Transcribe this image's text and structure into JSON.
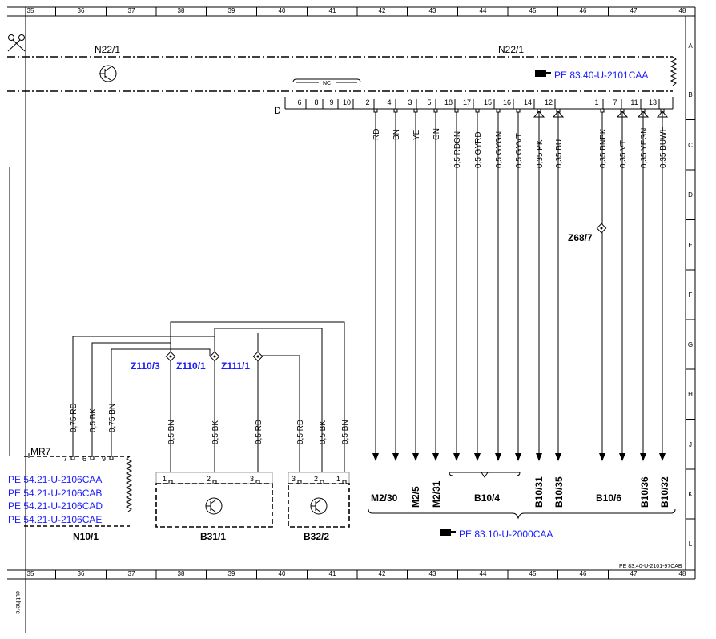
{
  "columns": [
    "35",
    "36",
    "37",
    "38",
    "39",
    "40",
    "41",
    "42",
    "43",
    "44",
    "45",
    "46",
    "47",
    "48"
  ],
  "rows": [
    "A",
    "B",
    "C",
    "D",
    "E",
    "F",
    "G",
    "H",
    "J",
    "K",
    "L"
  ],
  "cut_text": "cut here",
  "footer_ref": "PE 83.40-U-2101-97CAB",
  "n22_left": "N22/1",
  "n22_right": "N22/1",
  "n22_ref": "PE 83.40-U-2101CAA",
  "connector_d": "D",
  "nc_label": "NC",
  "connector_pins": [
    "6",
    "8",
    "9",
    "10",
    "2",
    "4",
    "3",
    "5",
    "18",
    "17",
    "15",
    "16",
    "14",
    "12",
    "1",
    "7",
    "11",
    "13"
  ],
  "wires_top": [
    "RD",
    "BN",
    "YE",
    "GN",
    "0,5 RDGN",
    "0,5 GYRD",
    "0,5 GYGN",
    "0,5 GYVT",
    "0,35 PK",
    "0,35 BU",
    "0,35 BNBK",
    "0,35 VT",
    "0,35 YEGN",
    "0,35 BUWH"
  ],
  "z68": "Z68/7",
  "dest": {
    "m2_30": "M2/30",
    "m2_5": "M2/5",
    "m2_31": "M2/31",
    "b10_4": "B10/4",
    "b10_31": "B10/31",
    "b10_35": "B10/35",
    "b10_6": "B10/6",
    "b10_36": "B10/36",
    "b10_32": "B10/32"
  },
  "bottom_ref": "PE 83.10-U-2000CAA",
  "splices": [
    "Z110/3",
    "Z110/1",
    "Z111/1"
  ],
  "n10_wires": [
    "0,75 RD",
    "0,5 BK",
    "0,75 BN"
  ],
  "n10_pins": [
    "7",
    "6",
    "9"
  ],
  "mr7": "MR7",
  "n10_refs": [
    "PE 54.21-U-2106CAA",
    "PE 54.21-U-2106CAB",
    "PE 54.21-U-2106CAD",
    "PE 54.21-U-2106CAE"
  ],
  "n10": "N10/1",
  "b31_wires": [
    "0,5 BN",
    "0,5 BK",
    "0,5 RD"
  ],
  "b31_pins": [
    "1",
    "2",
    "3"
  ],
  "b31": "B31/1",
  "b32_wires": [
    "0,5 RD",
    "0,5 BK",
    "0,5 BN"
  ],
  "b32_pins": [
    "3",
    "2",
    "1"
  ],
  "b32": "B32/2"
}
